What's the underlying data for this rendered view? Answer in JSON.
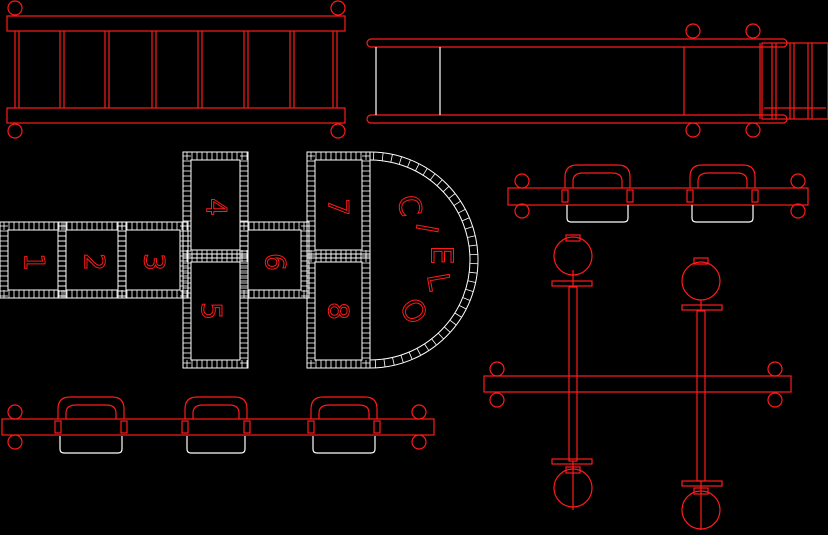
{
  "colors": {
    "background": "#000000",
    "primary_line": "#ff1a1a",
    "secondary_line": "#ffffff"
  },
  "hopscotch": {
    "cells": [
      {
        "id": "cell-1",
        "label": "1"
      },
      {
        "id": "cell-2",
        "label": "2"
      },
      {
        "id": "cell-3",
        "label": "3"
      },
      {
        "id": "cell-4",
        "label": "4"
      },
      {
        "id": "cell-5",
        "label": "5"
      },
      {
        "id": "cell-6",
        "label": "6"
      },
      {
        "id": "cell-7",
        "label": "7"
      },
      {
        "id": "cell-8",
        "label": "8"
      }
    ],
    "goal": {
      "letters": [
        "C",
        "I",
        "E",
        "L",
        "O"
      ]
    }
  },
  "components": [
    {
      "name": "ladder-plan",
      "icon": "ladder-icon"
    },
    {
      "name": "slide-plan",
      "icon": "slide-icon"
    },
    {
      "name": "swing-bench-two-seats",
      "icon": "swing-icon"
    },
    {
      "name": "swing-bench-three-seats",
      "icon": "swing-icon"
    },
    {
      "name": "seesaw-cross-plan",
      "icon": "seesaw-icon"
    }
  ]
}
